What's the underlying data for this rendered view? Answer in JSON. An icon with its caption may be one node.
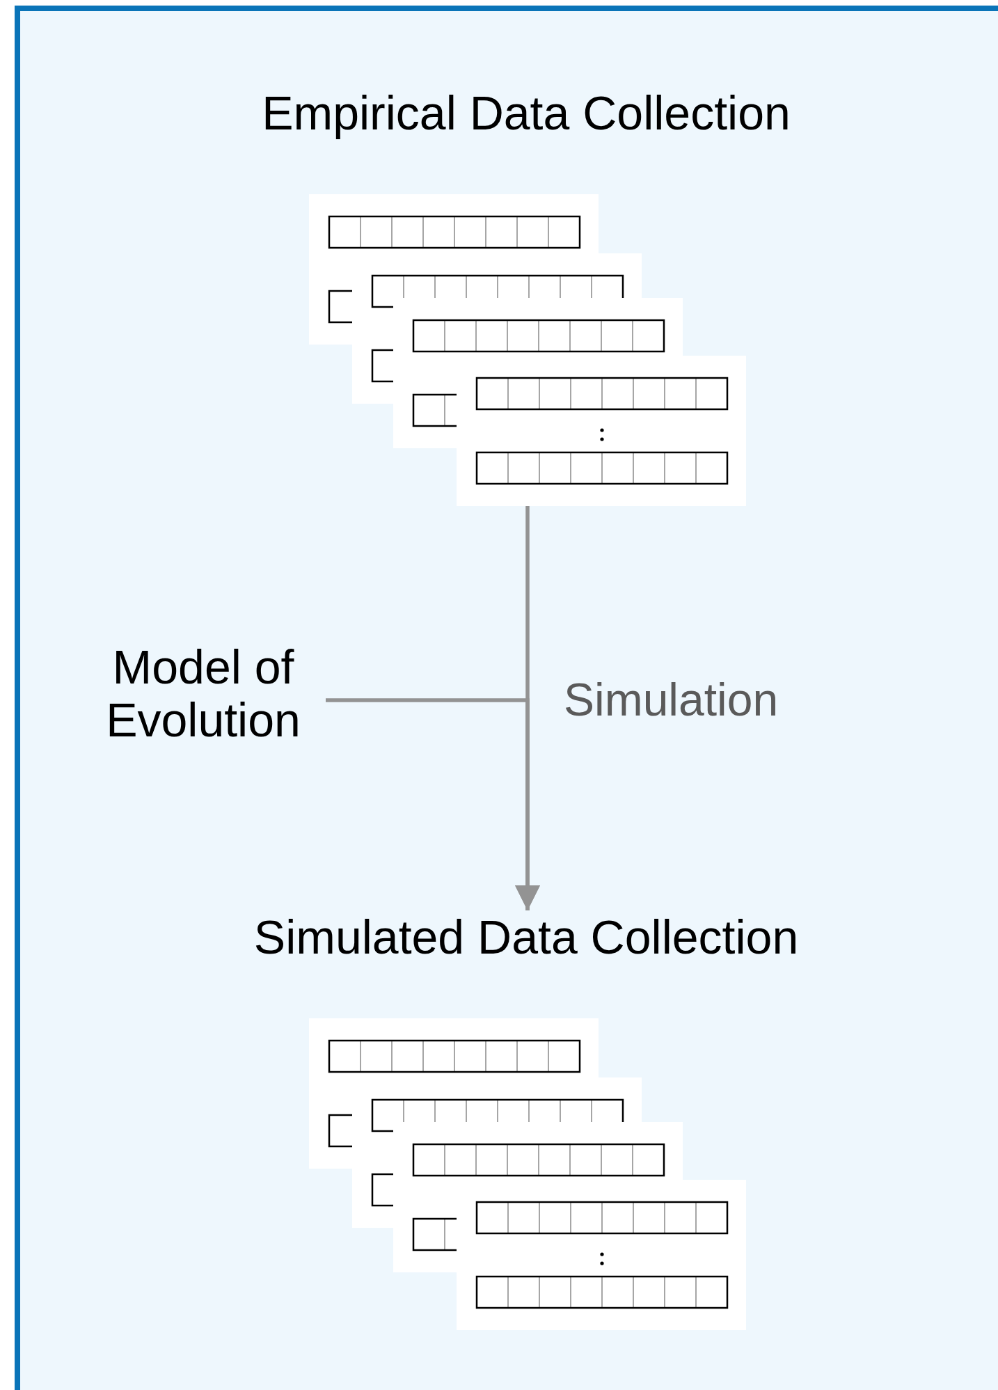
{
  "diagram": {
    "nodes": [
      {
        "text": [
          "Empirical Data Collection"
        ]
      },
      {
        "text": [
          "Model of Evolution"
        ]
      },
      {
        "text": [
          "Simulated Data Collection"
        ]
      }
    ],
    "edges": [
      {
        "from": 0,
        "to": 2,
        "arrow": "to",
        "label": "Simulation"
      },
      {
        "from": 1,
        "to": 2,
        "arrow": "to"
      }
    ]
  }
}
